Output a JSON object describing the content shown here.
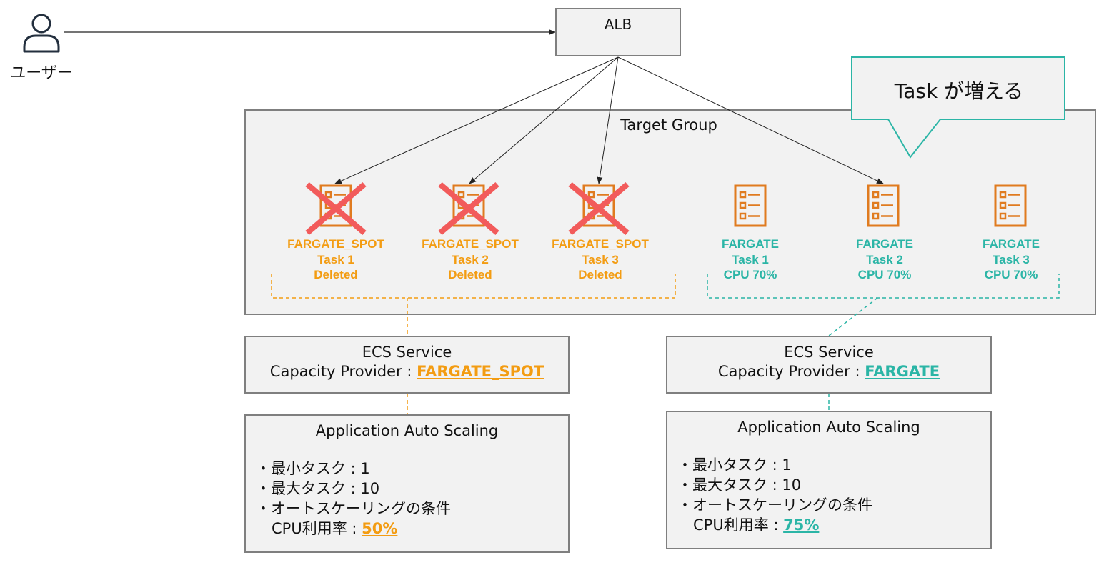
{
  "user": {
    "label": "ユーザー",
    "icon": "user-icon"
  },
  "alb": {
    "label": "ALB"
  },
  "callout": {
    "text": "Task が増える"
  },
  "target_group": {
    "label": "Target Group"
  },
  "spot_tasks": [
    {
      "line1": "FARGATE_SPOT",
      "line2": "Task 1",
      "line3": "Deleted"
    },
    {
      "line1": "FARGATE_SPOT",
      "line2": "Task 2",
      "line3": "Deleted"
    },
    {
      "line1": "FARGATE_SPOT",
      "line2": "Task 3",
      "line3": "Deleted"
    }
  ],
  "fargate_tasks": [
    {
      "line1": "FARGATE",
      "line2": "Task 1",
      "line3": "CPU 70%"
    },
    {
      "line1": "FARGATE",
      "line2": "Task 2",
      "line3": "CPU 70%"
    },
    {
      "line1": "FARGATE",
      "line2": "Task 3",
      "line3": "CPU 70%"
    }
  ],
  "services": {
    "spot": {
      "title": "ECS Service",
      "provider_prefix": "Capacity Provider : ",
      "provider_value": "FARGATE_SPOT"
    },
    "fargate": {
      "title": "ECS Service",
      "provider_prefix": "Capacity Provider : ",
      "provider_value": "FARGATE"
    }
  },
  "scaling": {
    "spot": {
      "title": "Application Auto Scaling",
      "min": "・最小タスク : 1",
      "max": "・最大タスク : 10",
      "condition": "・オートスケーリングの条件",
      "cpu_prefix": "CPU利用率 : ",
      "cpu_value": "50%"
    },
    "fargate": {
      "title": "Application Auto Scaling",
      "min": "・最小タスク : 1",
      "max": "・最大タスク : 10",
      "condition": "・オートスケーリングの条件",
      "cpu_prefix": "CPU利用率 : ",
      "cpu_value": "75%"
    }
  },
  "colors": {
    "spot": "#f39c12",
    "fargate": "#2bb5a6",
    "deleted_mark": "#f25b5b",
    "task_icon": "#e07b1f",
    "box_fill": "#f2f2f2",
    "box_border": "#7f7f7f"
  }
}
